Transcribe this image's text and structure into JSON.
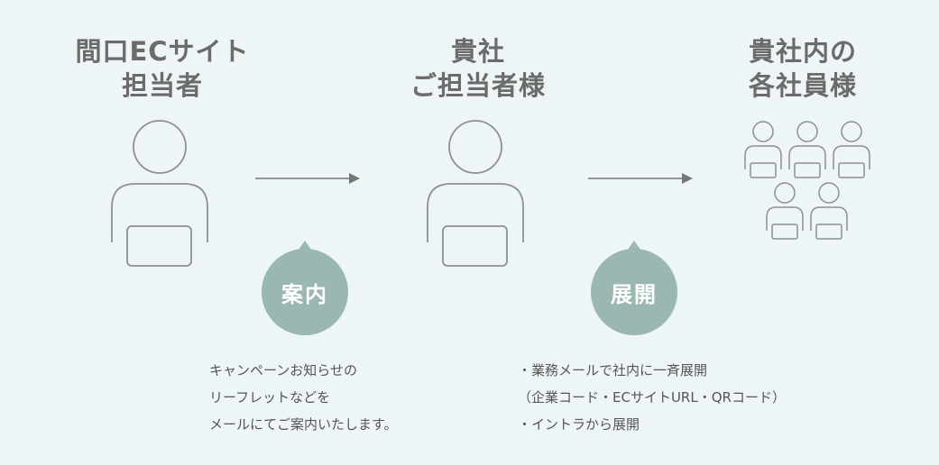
{
  "columns": {
    "left": {
      "line1": "間口ECサイト",
      "line2": "担当者"
    },
    "middle": {
      "line1": "貴社",
      "line2": "ご担当者様"
    },
    "right": {
      "line1": "貴社内の",
      "line2": "各社員様"
    }
  },
  "steps": {
    "first": {
      "label": "案内"
    },
    "second": {
      "label": "展開"
    }
  },
  "notes": {
    "left": [
      "キャンペーンお知らせの",
      "リーフレットなどを",
      "メールにてご案内いたします。"
    ],
    "right": [
      "・業務メールで社内に一斉展開",
      "（企業コード・ECサイトURL・QRコード）",
      "・イントラから展開"
    ]
  },
  "colors": {
    "background": "#eef5f7",
    "accent": "#9ab7b2",
    "line": "#8f8f8f",
    "text": "#6b6b6b"
  },
  "icons": [
    "person-icon",
    "group-icon",
    "arrow-right-icon"
  ]
}
